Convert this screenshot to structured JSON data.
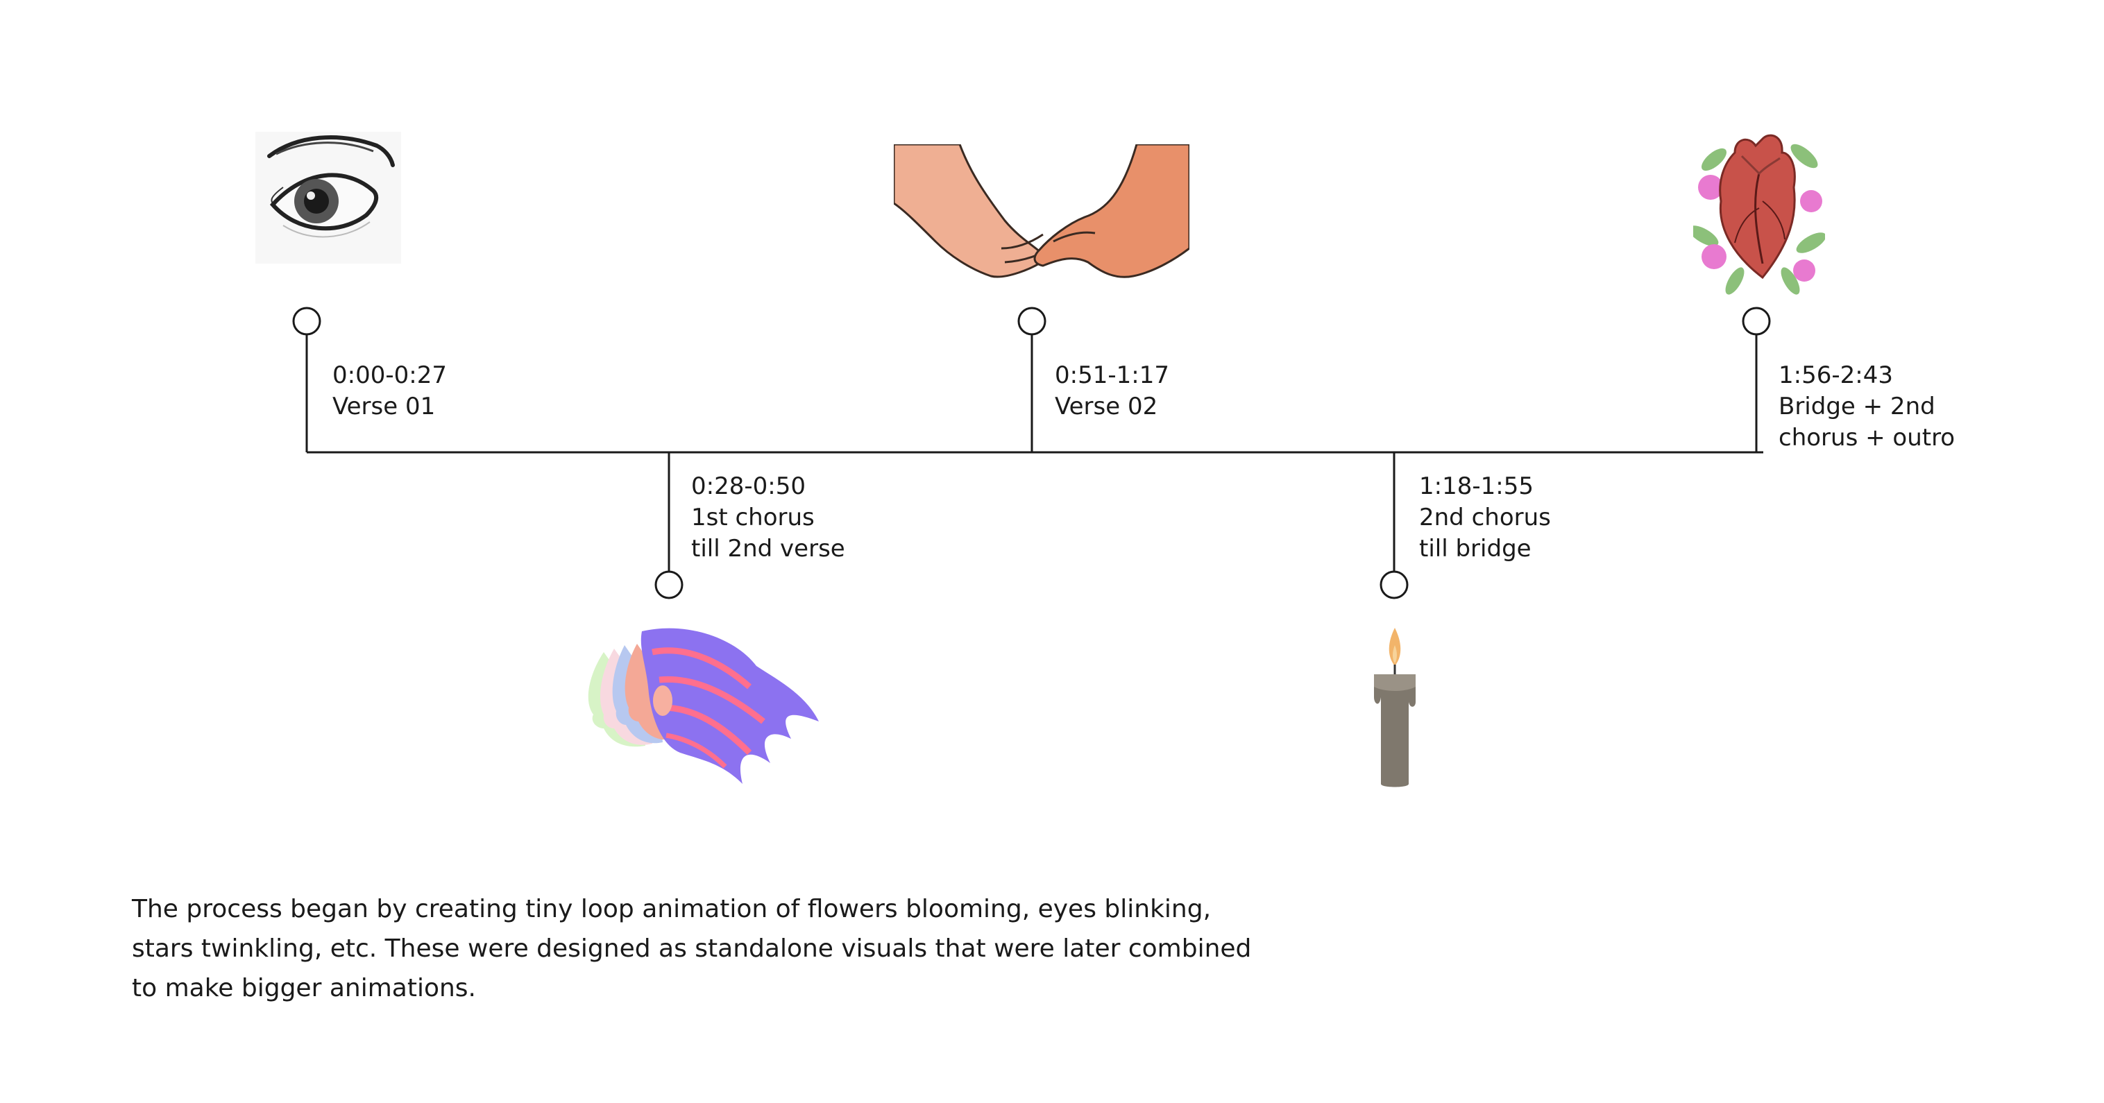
{
  "timeline": {
    "events": [
      {
        "time": "0:00-0:27",
        "lines": [
          "Verse 01"
        ],
        "icon": "eye-icon"
      },
      {
        "time": "0:28-0:50",
        "lines": [
          "1st chorus",
          "till 2nd verse"
        ],
        "icon": "flowing-hair-profile-icon"
      },
      {
        "time": "0:51-1:17",
        "lines": [
          "Verse 02"
        ],
        "icon": "holding-hands-icon"
      },
      {
        "time": "1:18-1:55",
        "lines": [
          "2nd chorus",
          "till bridge"
        ],
        "icon": "candle-icon"
      },
      {
        "time": "1:56-2:43",
        "lines": [
          "Bridge + 2nd",
          "chorus + outro"
        ],
        "icon": "floral-heart-icon"
      }
    ],
    "line_color": "#1a1a1a"
  },
  "description": "The process began by creating tiny loop animation of flowers blooming, eyes blinking, stars twinkling, etc. These were designed as standalone visuals that were later combined to make bigger animations."
}
